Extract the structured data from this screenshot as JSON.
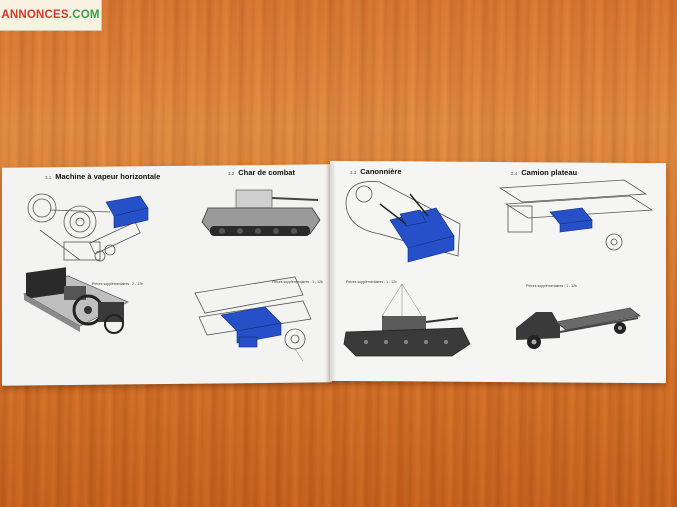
{
  "watermark": {
    "part1": "ANNONCES",
    "part2": ".COM"
  },
  "colors": {
    "accent_blue": "#2550c8",
    "wood": "#d9782f",
    "paper": "#f3f3f1",
    "metal_dark": "#3a3a3a"
  },
  "booklet": {
    "left_page": {
      "sections": [
        {
          "num": "3.1",
          "title": "Machine à vapeur horizontale",
          "note": "Pièces supplémentaires : 2 - 37b"
        },
        {
          "num": "3.2",
          "title": "Char de combat",
          "note": "Pièces supplémentaires : 1 - 12b"
        }
      ]
    },
    "right_page": {
      "sections": [
        {
          "num": "3.3",
          "title": "Canonnière",
          "note": "Pièces supplémentaires : 1 - 12c"
        },
        {
          "num": "3.4",
          "title": "Camion plateau",
          "note": "Pièces supplémentaires : 1 - 12b"
        }
      ]
    }
  }
}
